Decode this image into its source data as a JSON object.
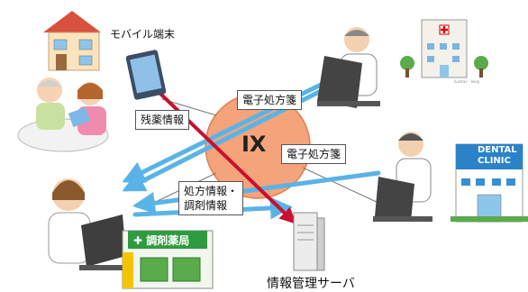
{
  "labels": {
    "mobile_terminal": "モバイル端末",
    "remaining_drug_info": "残薬情報",
    "e_prescription_top": "電子処方箋",
    "e_prescription_mid": "電子処方箋",
    "ix": "IX",
    "rx_dispensing_line1": "処方情報・",
    "rx_dispensing_line2": "調剤情報",
    "server": "情報管理サーバ",
    "pharmacy_sign": "✚ 調剤薬局",
    "dental_clinic_line1": "DENTAL",
    "dental_clinic_line2": "CLINIC",
    "hospital_caption": "ilustrac · hosp"
  },
  "colors": {
    "ix_fill": "#f4a37a",
    "ix_edge": "#e07f52",
    "arrow_blue": "#5ab3e6",
    "arrow_red": "#c8102e",
    "pharmacy_green": "#2e9b3f",
    "clinic_blue": "#2a82c8"
  }
}
